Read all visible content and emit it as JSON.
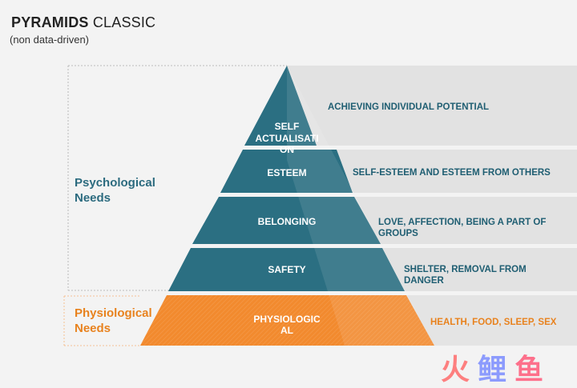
{
  "title": {
    "strong": "PYRAMIDS",
    "rest": " CLASSIC"
  },
  "subtitle": "(non data-driven)",
  "groups": {
    "psychological": [
      "Psychological",
      "Needs"
    ],
    "physiological": [
      "Physiological",
      "Needs"
    ]
  },
  "levels": [
    {
      "label": [
        "SELF",
        "ACTUALISATI",
        "ON"
      ],
      "description": [
        "ACHIEVING INDIVIDUAL POTENTIAL"
      ]
    },
    {
      "label": [
        "ESTEEM"
      ],
      "description": [
        "SELF-ESTEEM AND ESTEEM FROM OTHERS"
      ]
    },
    {
      "label": [
        "BELONGING"
      ],
      "description": [
        "LOVE, AFFECTION, BEING A PART OF",
        "GROUPS"
      ]
    },
    {
      "label": [
        "SAFETY"
      ],
      "description": [
        "SHELTER, REMOVAL FROM",
        "DANGER"
      ]
    },
    {
      "label": [
        "PHYSIOLOGIC",
        "AL"
      ],
      "description": [
        "HEALTH, FOOD, SLEEP, SEX"
      ]
    }
  ],
  "colors": {
    "teal": "#2b6f82",
    "orange": "#f28a2e",
    "band": "#e3e3e3",
    "accent_text": "#1f5e72",
    "orange_text": "#e8821e"
  },
  "watermark": {
    "chars": [
      "火",
      "鲤",
      "鱼"
    ],
    "colors": [
      "#ff6b6b",
      "#7b8cff",
      "#ff5a7a"
    ]
  }
}
